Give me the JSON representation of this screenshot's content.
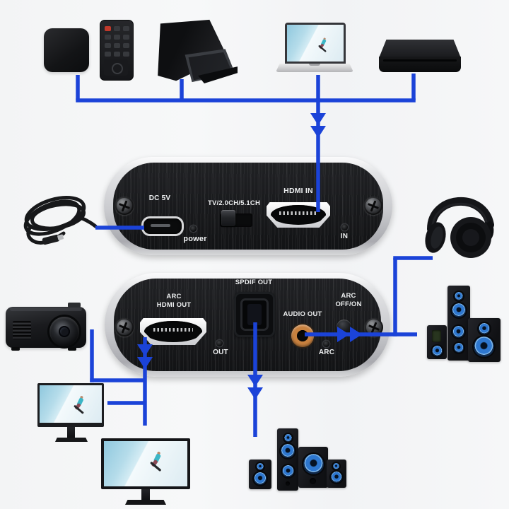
{
  "colors": {
    "connector_blue": "#1b43d8",
    "audio_jack_orange": "#c8813f",
    "speaker_driver_blue": "#2e77cf"
  },
  "front_panel": {
    "dc_label": "DC 5V",
    "power_label": "power",
    "mode_switch_label": "TV/2.0CH/5.1CH",
    "hdmi_in_label": "HDMI IN",
    "in_led_label": "IN"
  },
  "rear_panel": {
    "arc_hdmi_out_label_line1": "ARC",
    "arc_hdmi_out_label_line2": "HDMI OUT",
    "spdif_out_label": "SPDIF OUT",
    "out_led_label": "OUT",
    "audio_out_label": "AUDIO OUT",
    "arc_switch_label_line1": "ARC",
    "arc_switch_label_line2": "OFF/ON",
    "arc_led_label": "ARC"
  },
  "devices": {
    "sources": [
      "tv-box",
      "remote-control",
      "tv-console",
      "laptop",
      "media-player"
    ],
    "peripherals": [
      "usb-power-cable",
      "headphones",
      "speaker-set-right",
      "projector",
      "monitor",
      "tv",
      "speaker-set-bottom"
    ]
  }
}
